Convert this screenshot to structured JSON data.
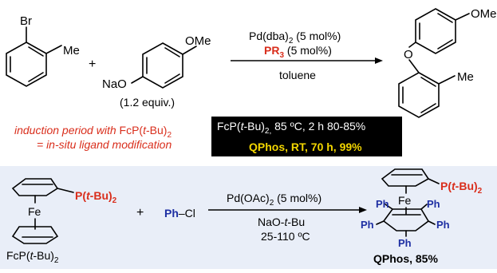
{
  "top_reaction": {
    "reactant1": {
      "br": "Br",
      "me": "Me"
    },
    "plus": "+",
    "reactant2": {
      "ome": "OMe",
      "nao": "NaO",
      "equiv": "(1.2 equiv.)"
    },
    "conditions": {
      "catalyst_pre": "Pd(dba)",
      "catalyst_sub": "2",
      "catalyst_post": " (5 mol%)",
      "ligand_main": "PR",
      "ligand_sub": "3",
      "ligand_post": " (5 mol%)",
      "solvent": "toluene"
    },
    "product": {
      "ome": "OMe",
      "o": "O",
      "me": "Me"
    }
  },
  "note": {
    "line1_pre": "induction period with ",
    "line1_ligand": "FcP(",
    "line1_tbu": "t",
    "line1_tail": "-Bu)",
    "line1_sub": "2",
    "line2": "= in-situ ligand modification"
  },
  "results_box": {
    "row1_pre": "FcP(",
    "row1_tbu": "t",
    "row1_mid": "-Bu)",
    "row1_sub": "2,",
    "row1_post": " 85 ºC, 2 h 80-85%",
    "row2": "QPhos, RT, 70 h, 99%",
    "background": "#000000",
    "row2_color": "#f2d500"
  },
  "bottom_scheme": {
    "background": "#e9eef8",
    "ferrocene": {
      "fe": "Fe",
      "p_label": "P(",
      "p_tbu": "t",
      "p_tail": "-Bu)",
      "p_sub": "2",
      "caption_pre": "FcP(",
      "caption_tbu": "t",
      "caption_tail": "-Bu)",
      "caption_sub": "2"
    },
    "plus": "+",
    "reagent_ph": "Ph",
    "reagent_cl": "–Cl",
    "conditions": {
      "catalyst_pre": "Pd(OAc)",
      "catalyst_sub": "2",
      "catalyst_post": " (5 mol%)",
      "base_pre": "NaO-",
      "base_t": "t",
      "base_post": "-Bu",
      "temp": "25-110 ºC"
    },
    "product": {
      "fe": "Fe",
      "p_label": "P(",
      "p_tbu": "t",
      "p_tail": "-Bu)",
      "p_sub": "2",
      "ph": [
        "Ph",
        "Ph",
        "Ph",
        "Ph",
        "Ph"
      ],
      "caption": "QPhos, 85%"
    }
  },
  "colors": {
    "red": "#d92e1c",
    "blue": "#1e2fa3",
    "yellow": "#f2d500"
  }
}
